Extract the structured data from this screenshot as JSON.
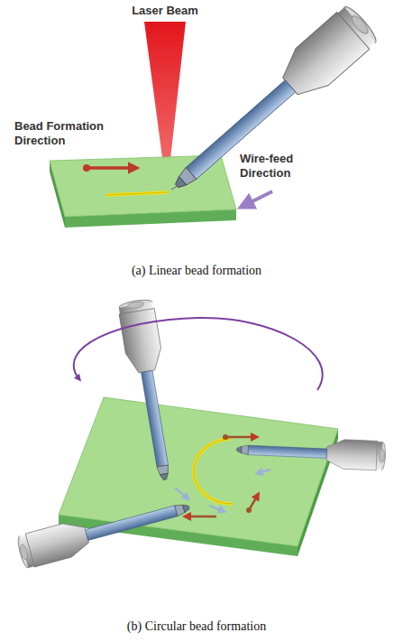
{
  "diagram": {
    "labels": [
      "Laser Beam",
      "Bead Formation Direction",
      "Wire-feed Direction",
      "(a) Linear bead formation",
      "(b) Circular bead formation"
    ]
  }
}
